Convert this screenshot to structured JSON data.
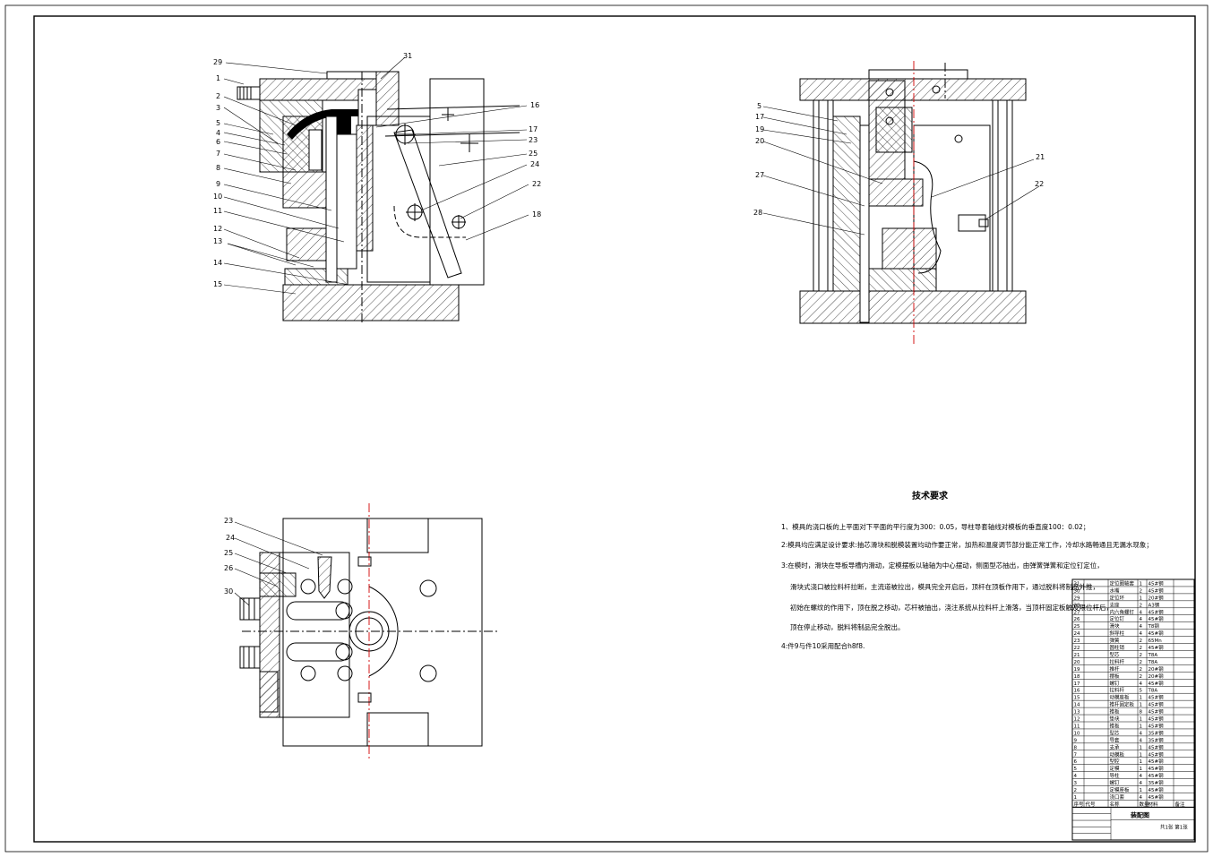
{
  "views": {
    "front": {
      "labels_left": [
        "29",
        "1",
        "2",
        "3",
        "5",
        "4",
        "6",
        "7",
        "8",
        "9",
        "10",
        "11",
        "12",
        "13",
        "14",
        "15"
      ],
      "labels_right": [
        "31",
        "16",
        "17",
        "23",
        "25",
        "24",
        "22",
        "18"
      ]
    },
    "side": {
      "labels_left": [
        "5",
        "17",
        "19",
        "20",
        "27",
        "28"
      ],
      "labels_right": [
        "21",
        "22"
      ]
    },
    "top": {
      "labels_left": [
        "23",
        "24",
        "25",
        "26",
        "30"
      ]
    }
  },
  "technical_requirements": {
    "title": "技术要求",
    "lines": [
      "1、模具的浇口板的上平面对下平面的平行度为300：0.05，导柱导套轴线对模板的垂直度100：0.02；",
      "2:模具均应满足设计要求:抽芯滑块和脱模装置均动作要正常，加热和温度调节部分能正常工作，冷却水路畅通且无漏水现象；",
      "3:在模时，滑块在导板导槽内滑动，定模摆板以轴轴为中心摆动，侧面型芯抽出，由弹簧弹簧和定位钉定位，",
      "滑块式浇口被拉料杆拉断，主流道被拉出，模具完全开启后，顶杆在顶板作用下，通过脱料将制品外推，",
      "初始在螺纹的作用下，顶在脱之移动，芯杆被抽出，浇注系统从拉料杆上滑落，当顶杆固定板触及限位杆后，",
      "顶在停止移动，脱料将制品完全脱出。",
      "4:件9与件10采用配合h8f8."
    ]
  },
  "bom": {
    "rows": [
      {
        "no": "31",
        "name": "定位圈轴套",
        "qty": "1",
        "mat": "45#钢",
        "std": ""
      },
      {
        "no": "30",
        "name": "水嘴",
        "qty": "2",
        "mat": "45#钢",
        "std": ""
      },
      {
        "no": "29",
        "name": "定位环",
        "qty": "1",
        "mat": "20#钢",
        "std": ""
      },
      {
        "no": "28",
        "name": "支座",
        "qty": "2",
        "mat": "A3钢",
        "std": ""
      },
      {
        "no": "27",
        "name": "内六角螺钉",
        "qty": "4",
        "mat": "45#钢",
        "std": ""
      },
      {
        "no": "26",
        "name": "定位钉",
        "qty": "4",
        "mat": "45#钢",
        "std": ""
      },
      {
        "no": "25",
        "name": "滑块",
        "qty": "4",
        "mat": "T8钢",
        "std": ""
      },
      {
        "no": "24",
        "name": "斜导柱",
        "qty": "4",
        "mat": "45#钢",
        "std": ""
      },
      {
        "no": "23",
        "name": "弹簧",
        "qty": "2",
        "mat": "65Mn",
        "std": ""
      },
      {
        "no": "22",
        "name": "圆柱销",
        "qty": "2",
        "mat": "45#钢",
        "std": ""
      },
      {
        "no": "21",
        "name": "型芯",
        "qty": "2",
        "mat": "T8A",
        "std": ""
      },
      {
        "no": "20",
        "name": "拉料杆",
        "qty": "2",
        "mat": "T8A",
        "std": ""
      },
      {
        "no": "19",
        "name": "推杆",
        "qty": "2",
        "mat": "20#钢",
        "std": ""
      },
      {
        "no": "18",
        "name": "摆板",
        "qty": "2",
        "mat": "20#钢",
        "std": ""
      },
      {
        "no": "17",
        "name": "螺钉",
        "qty": "4",
        "mat": "45#钢",
        "std": ""
      },
      {
        "no": "16",
        "name": "拉料杆",
        "qty": "5",
        "mat": "T8A",
        "std": ""
      },
      {
        "no": "15",
        "name": "动模座板",
        "qty": "1",
        "mat": "45#钢",
        "std": ""
      },
      {
        "no": "14",
        "name": "推杆固定板",
        "qty": "1",
        "mat": "45#钢",
        "std": ""
      },
      {
        "no": "13",
        "name": "推板",
        "qty": "8",
        "mat": "45#钢",
        "std": ""
      },
      {
        "no": "12",
        "name": "垫块",
        "qty": "1",
        "mat": "45#钢",
        "std": ""
      },
      {
        "no": "11",
        "name": "推板",
        "qty": "1",
        "mat": "45#钢",
        "std": ""
      },
      {
        "no": "10",
        "name": "型芯",
        "qty": "4",
        "mat": "35#钢",
        "std": ""
      },
      {
        "no": "9",
        "name": "导套",
        "qty": "4",
        "mat": "35#钢",
        "std": ""
      },
      {
        "no": "8",
        "name": "支承",
        "qty": "1",
        "mat": "45#钢",
        "std": ""
      },
      {
        "no": "7",
        "name": "动模板",
        "qty": "1",
        "mat": "45#钢",
        "std": ""
      },
      {
        "no": "6",
        "name": "型腔",
        "qty": "1",
        "mat": "45#钢",
        "std": ""
      },
      {
        "no": "5",
        "name": "定模",
        "qty": "1",
        "mat": "45#钢",
        "std": ""
      },
      {
        "no": "4",
        "name": "导柱",
        "qty": "4",
        "mat": "45#钢",
        "std": ""
      },
      {
        "no": "3",
        "name": "螺钉",
        "qty": "4",
        "mat": "35#钢",
        "std": ""
      },
      {
        "no": "2",
        "name": "定模座板",
        "qty": "1",
        "mat": "45#钢",
        "std": ""
      },
      {
        "no": "1",
        "name": "浇口套",
        "qty": "4",
        "mat": "45#钢",
        "std": ""
      }
    ],
    "header": [
      "序号",
      "代号",
      "名称",
      "数量",
      "材料",
      "备注"
    ],
    "drawing_title": "装配图",
    "sheet_info": "共1张 第1张"
  }
}
